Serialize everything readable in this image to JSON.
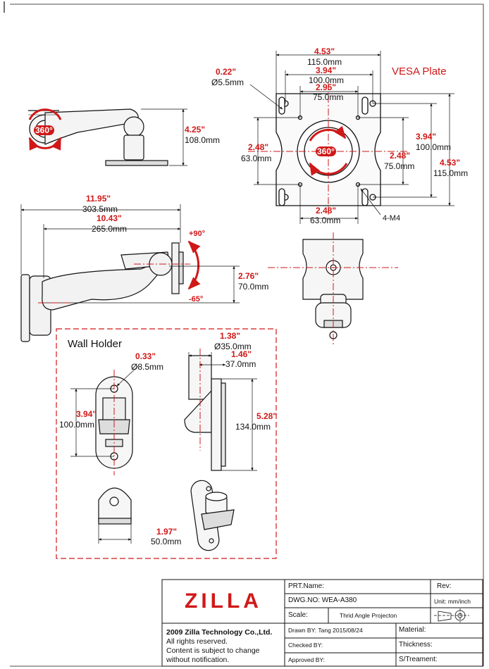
{
  "views": {
    "side_top": {
      "height_in": "4.25\"",
      "height_mm": "108.0mm",
      "rotation": "360°"
    },
    "side_main": {
      "overall_in": "11.95\"",
      "overall_mm": "303.5mm",
      "reach_in": "10.43\"",
      "reach_mm": "265.0mm",
      "tilt_up": "+90°",
      "tilt_down": "-65°",
      "offset_in": "2.76\"",
      "offset_mm": "70.0mm"
    },
    "vesa": {
      "title": "VESA Plate",
      "w1_in": "4.53\"",
      "w1_mm": "115.0mm",
      "w2_in": "3.94\"",
      "w2_mm": "100.0mm",
      "w3_in": "2.95\"",
      "w3_mm": "75.0mm",
      "hole_in": "0.22\"",
      "hole_mm": "Ø5.5mm",
      "left_in": "2.48\"",
      "left_mm": "63.0mm",
      "rot": "360°",
      "r1_in": "3.94\"",
      "r1_mm": "100.0mm",
      "r2_in": "2.48\"",
      "r2_mm": "75.0mm",
      "r3_in": "4.53\"",
      "r3_mm": "115.0mm",
      "bottom_in": "2.48\"",
      "bottom_mm": "63.0mm",
      "screw": "4-M4"
    },
    "wall_holder": {
      "title": "Wall Holder",
      "hole_in": "0.33\"",
      "hole_mm": "Ø8.5mm",
      "h_in": "3.94\"",
      "h_mm": "100.0mm",
      "d1_in": "1.38\"",
      "d1_mm": "Ø35.0mm",
      "d2_in": "1.46\"",
      "d2_mm": "37.0mm",
      "h2_in": "5.28\"",
      "h2_mm": "134.0mm",
      "w_in": "1.97\"",
      "w_mm": "50.0mm"
    }
  },
  "titleblock": {
    "logo": "ZILLA",
    "copyright": [
      "2009 Zilla Technology Co.,Ltd.",
      "All rights reserved.",
      "Content is subject to change",
      "without notification."
    ],
    "prt_name": "PRT.Name:",
    "rev": "Rev:",
    "dwg_no": "DWG.NO:  WEA-A380",
    "unit": "Unit: mm/inch",
    "scale": "Scale:",
    "projection": "Thrid Angle Projecton",
    "drawn_by": "Drawn BY:  Tang  2015/08/24",
    "material": "Material:",
    "checked_by": "Checked BY:",
    "thickness": "Thickness:",
    "approved_by": "Approved BY:",
    "s_treament": "S/Treament:"
  }
}
